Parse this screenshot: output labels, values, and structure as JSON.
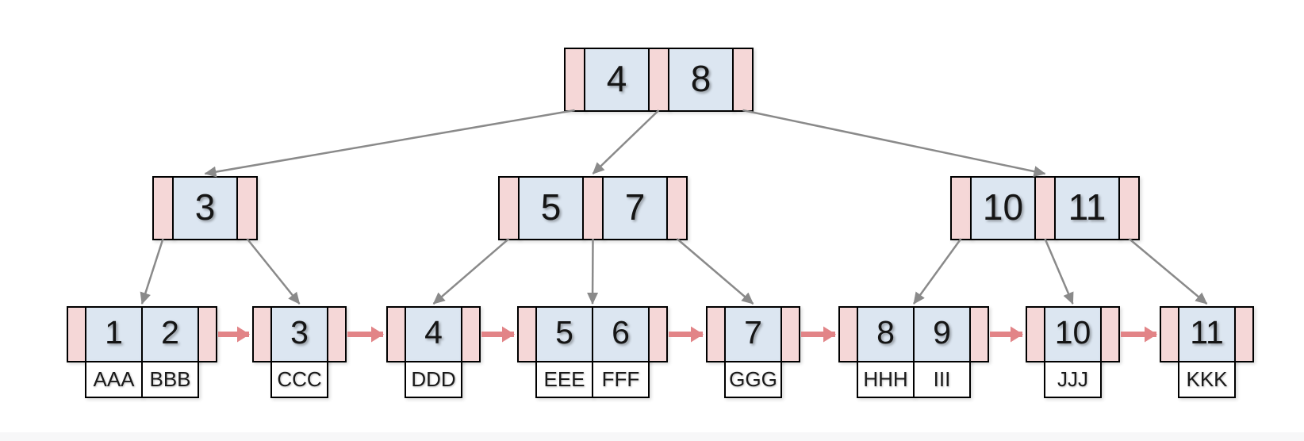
{
  "diagram_type": "b-plus-tree",
  "colors": {
    "key_cell_fill": "#dce6f1",
    "pointer_slot_fill": "#f5d7d7",
    "record_cell_fill": "#ffffff",
    "border": "#000000",
    "tree_edge": "#8a8a8a",
    "leaf_link_arrow": "#e28487",
    "background": "#ffffff",
    "footer_strip": "#f7f7f8"
  },
  "tree": {
    "root": {
      "id": "root",
      "keys": [
        "4",
        "8"
      ]
    },
    "internal": [
      {
        "id": "n3",
        "keys": [
          "3"
        ]
      },
      {
        "id": "n57",
        "keys": [
          "5",
          "7"
        ]
      },
      {
        "id": "n1011",
        "keys": [
          "10",
          "11"
        ]
      }
    ],
    "leaves": [
      {
        "id": "l12",
        "keys": [
          "1",
          "2"
        ],
        "records": [
          "AAA",
          "BBB"
        ]
      },
      {
        "id": "l3",
        "keys": [
          "3"
        ],
        "records": [
          "CCC"
        ]
      },
      {
        "id": "l4",
        "keys": [
          "4"
        ],
        "records": [
          "DDD"
        ]
      },
      {
        "id": "l56",
        "keys": [
          "5",
          "6"
        ],
        "records": [
          "EEE",
          "FFF"
        ]
      },
      {
        "id": "l7",
        "keys": [
          "7"
        ],
        "records": [
          "GGG"
        ]
      },
      {
        "id": "l89",
        "keys": [
          "8",
          "9"
        ],
        "records": [
          "HHH",
          "III"
        ]
      },
      {
        "id": "l10",
        "keys": [
          "10"
        ],
        "records": [
          "JJJ"
        ]
      },
      {
        "id": "l11",
        "keys": [
          "11"
        ],
        "records": [
          "KKK"
        ]
      }
    ],
    "edges": [
      {
        "from": "root",
        "slot": 0,
        "to": "n3"
      },
      {
        "from": "root",
        "slot": 1,
        "to": "n57"
      },
      {
        "from": "root",
        "slot": 2,
        "to": "n1011"
      },
      {
        "from": "n3",
        "slot": 0,
        "to": "l12"
      },
      {
        "from": "n3",
        "slot": 1,
        "to": "l3"
      },
      {
        "from": "n57",
        "slot": 0,
        "to": "l4"
      },
      {
        "from": "n57",
        "slot": 1,
        "to": "l56"
      },
      {
        "from": "n57",
        "slot": 2,
        "to": "l7"
      },
      {
        "from": "n1011",
        "slot": 0,
        "to": "l89"
      },
      {
        "from": "n1011",
        "slot": 1,
        "to": "l10"
      },
      {
        "from": "n1011",
        "slot": 2,
        "to": "l11"
      }
    ],
    "leaf_chain": [
      "l12",
      "l3",
      "l4",
      "l56",
      "l7",
      "l89",
      "l10",
      "l11"
    ]
  }
}
